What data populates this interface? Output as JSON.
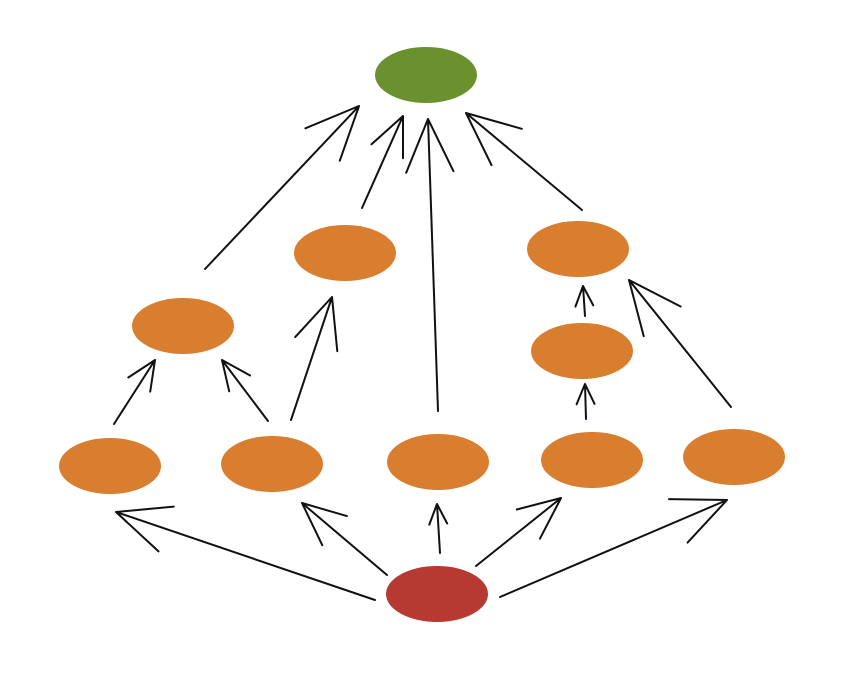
{
  "colors": {
    "background": "#ffffff",
    "sink": "#6a912d",
    "intermediate": "#d97d2e",
    "source": "#b63a32",
    "edge": "#111111"
  },
  "nodes": [
    {
      "id": "sink",
      "role": "sink"
    },
    {
      "id": "node-a",
      "role": "intermediate"
    },
    {
      "id": "node-b",
      "role": "intermediate"
    },
    {
      "id": "node-c",
      "role": "intermediate"
    },
    {
      "id": "node-d",
      "role": "intermediate"
    },
    {
      "id": "node-e",
      "role": "intermediate"
    },
    {
      "id": "node-f",
      "role": "intermediate"
    },
    {
      "id": "node-g",
      "role": "intermediate"
    },
    {
      "id": "node-h",
      "role": "intermediate"
    },
    {
      "id": "node-i",
      "role": "intermediate"
    },
    {
      "id": "source",
      "role": "source"
    }
  ],
  "edges": [
    {
      "from": "source",
      "to": "node-e"
    },
    {
      "from": "source",
      "to": "node-f"
    },
    {
      "from": "source",
      "to": "node-g"
    },
    {
      "from": "source",
      "to": "node-h"
    },
    {
      "from": "source",
      "to": "node-i"
    },
    {
      "from": "node-e",
      "to": "node-a"
    },
    {
      "from": "node-f",
      "to": "node-a"
    },
    {
      "from": "node-f",
      "to": "node-b"
    },
    {
      "from": "node-h",
      "to": "node-d"
    },
    {
      "from": "node-d",
      "to": "node-c"
    },
    {
      "from": "node-i",
      "to": "node-c"
    },
    {
      "from": "node-a",
      "to": "sink"
    },
    {
      "from": "node-b",
      "to": "sink"
    },
    {
      "from": "node-g",
      "to": "sink"
    },
    {
      "from": "node-c",
      "to": "sink"
    }
  ]
}
